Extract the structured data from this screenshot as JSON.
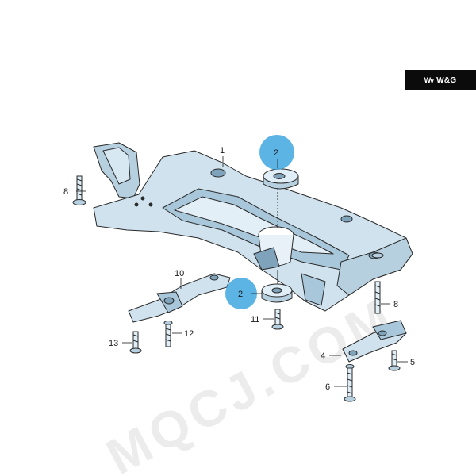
{
  "brand": {
    "mark": "Wv",
    "name": "W&G"
  },
  "watermark": {
    "text": "MQCJ.COM"
  },
  "callouts": {
    "p1": "1",
    "p2_top": "2",
    "p2_bottom": "2",
    "p4": "4",
    "p5": "5",
    "p6": "6",
    "p8_left": "8",
    "p8_right": "8",
    "p10": "10",
    "p11": "11",
    "p12": "12",
    "p13": "13"
  },
  "colors": {
    "part_fill": "#cfe2ee",
    "part_shade": "#a9c7da",
    "part_dark": "#7fa3bb",
    "outline": "#2a2a2a",
    "highlight": "#3fa7e0"
  }
}
